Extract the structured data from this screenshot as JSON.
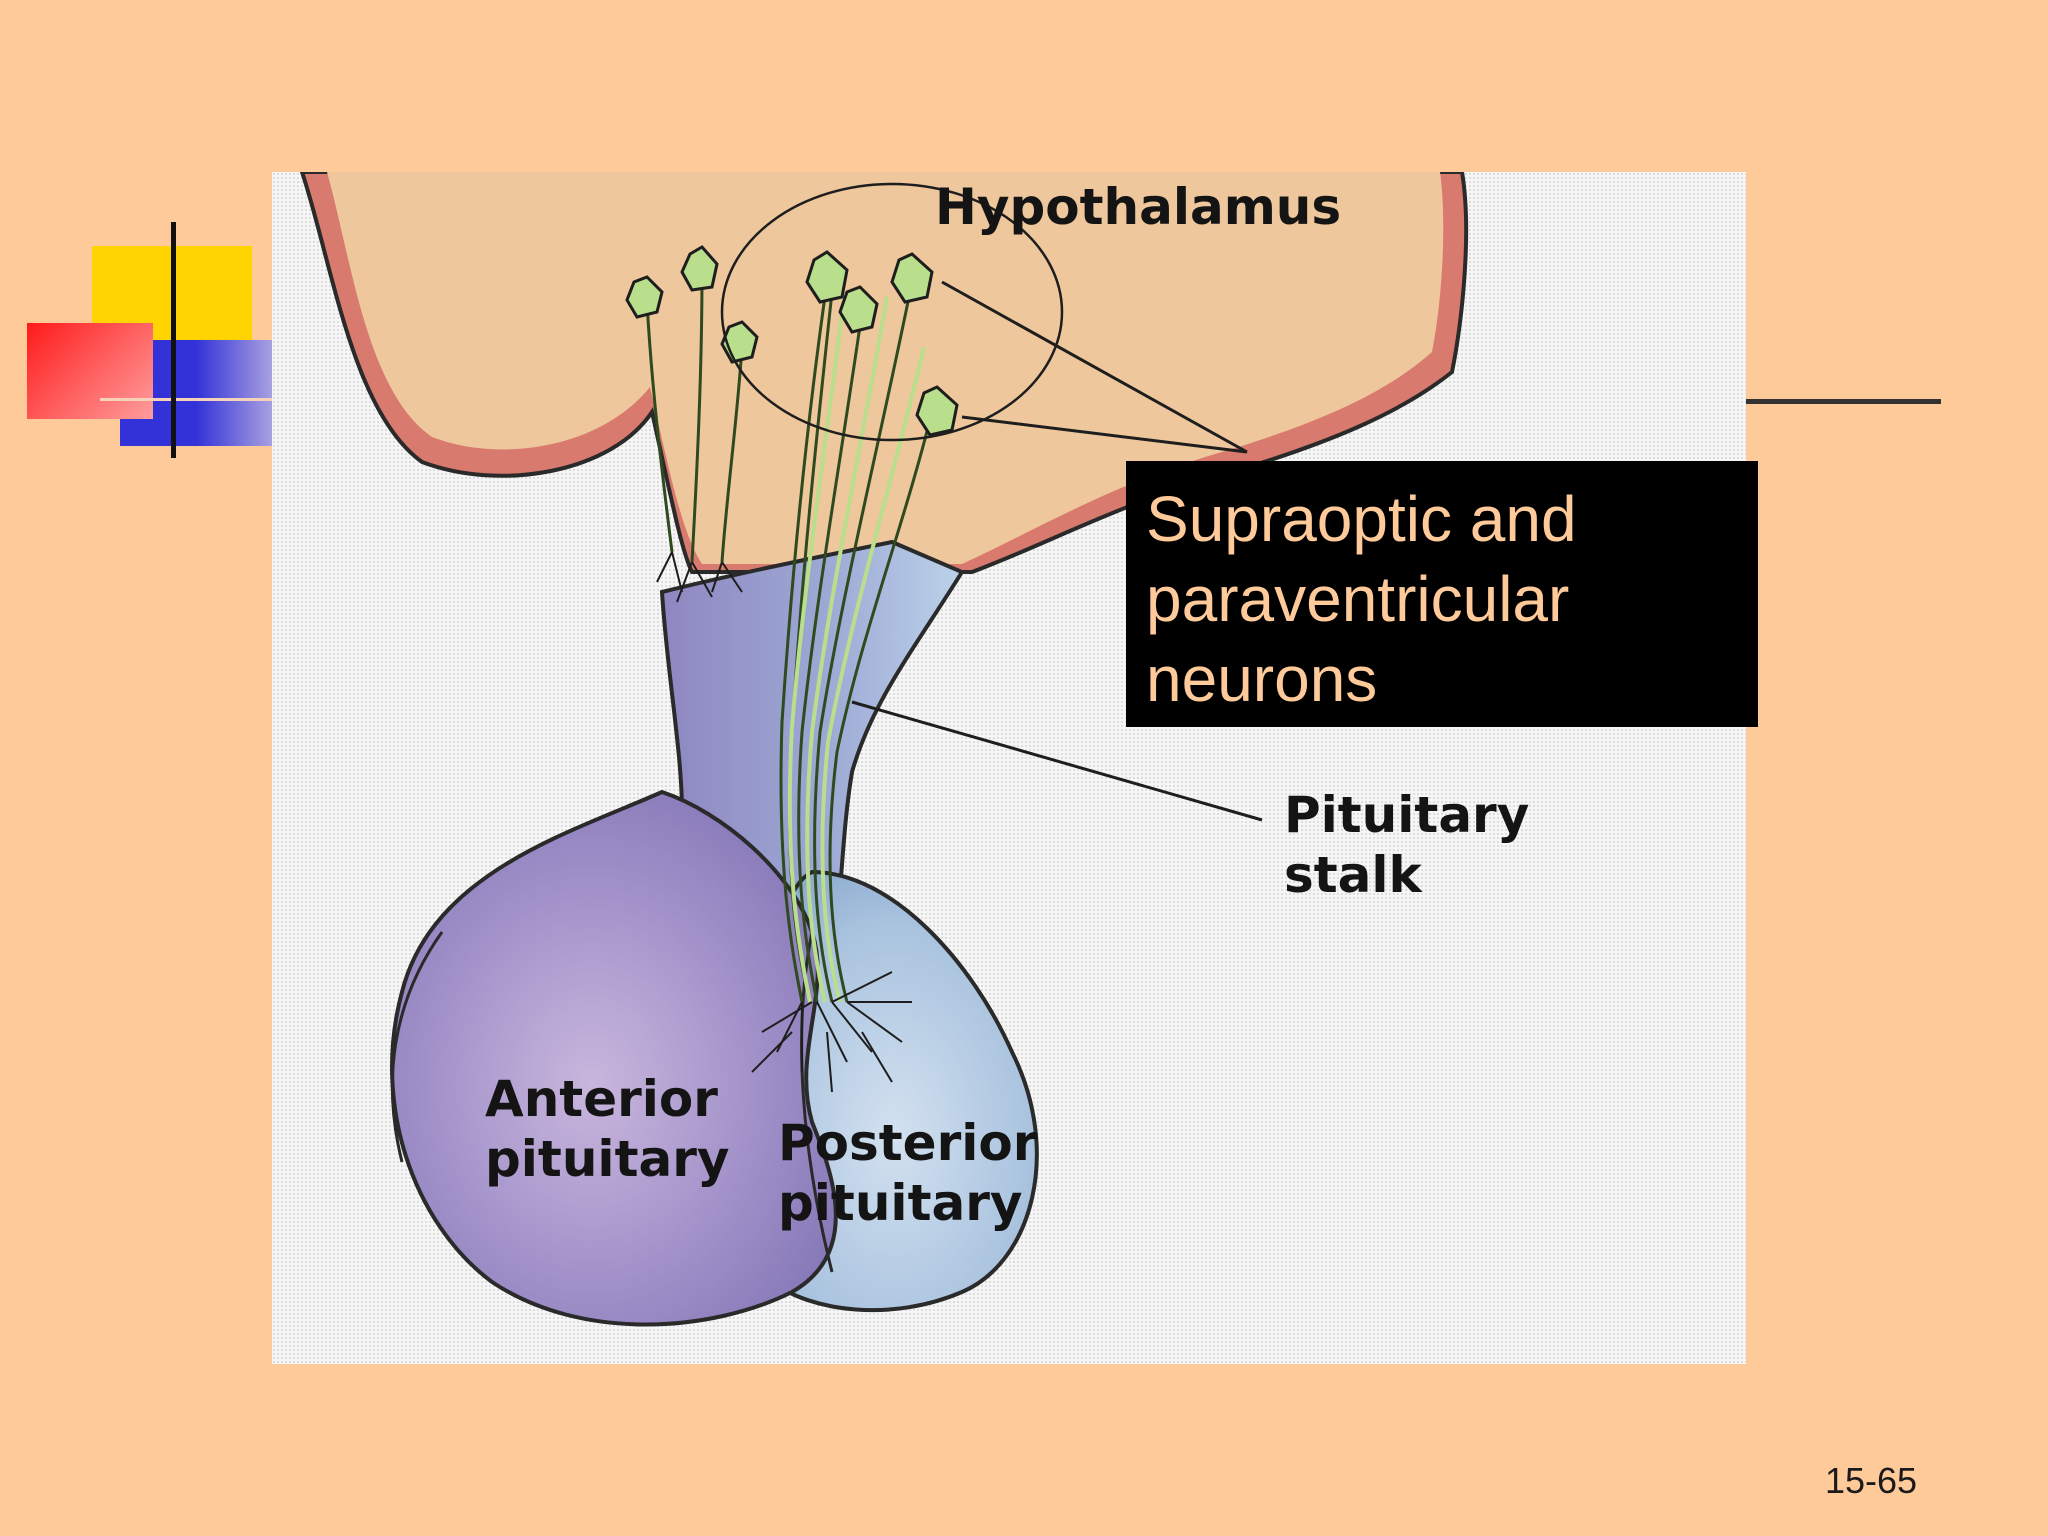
{
  "slide": {
    "number": "15-65",
    "background_color": "#FFCA9A"
  },
  "callout": {
    "lines": [
      "Supraoptic and",
      "paraventricular",
      "neurons"
    ]
  },
  "diagram": {
    "labels": {
      "hypothalamus": "Hypothalamus",
      "pituitary_stalk": [
        "Pituitary",
        "stalk"
      ],
      "anterior_pituitary": [
        "Anterior",
        "pituitary"
      ],
      "posterior_pituitary": [
        "Posterior",
        "pituitary"
      ]
    },
    "colors": {
      "hypothalamus_fill": "#EEC79C",
      "hypothalamus_rim": "#D97A6E",
      "anterior_fill": "#9C8CC6",
      "posterior_fill": "#A8C2DE",
      "neuron_green": "#B9DE8C"
    }
  }
}
